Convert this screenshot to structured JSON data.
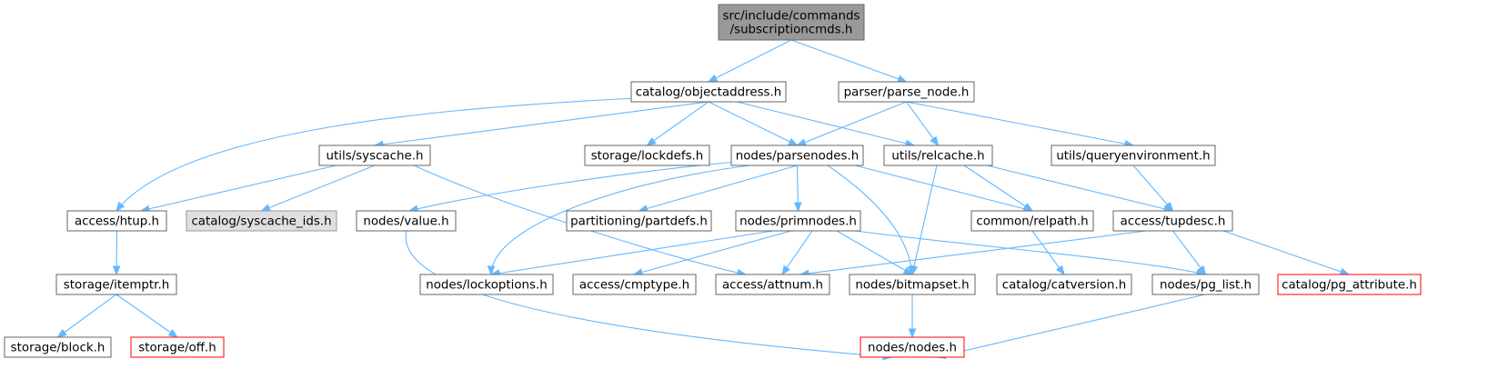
{
  "diagram": {
    "nodes": [
      {
        "id": "root",
        "lines": [
          "src/include/commands",
          "/subscriptioncmds.h"
        ],
        "style": "root"
      },
      {
        "id": "objectaddress",
        "lines": [
          "catalog/objectaddress.h"
        ],
        "style": "normal"
      },
      {
        "id": "parse_node",
        "lines": [
          "parser/parse_node.h"
        ],
        "style": "normal"
      },
      {
        "id": "syscache",
        "lines": [
          "utils/syscache.h"
        ],
        "style": "normal"
      },
      {
        "id": "lockdefs",
        "lines": [
          "storage/lockdefs.h"
        ],
        "style": "normal"
      },
      {
        "id": "parsenodes",
        "lines": [
          "nodes/parsenodes.h"
        ],
        "style": "normal"
      },
      {
        "id": "relcache",
        "lines": [
          "utils/relcache.h"
        ],
        "style": "normal"
      },
      {
        "id": "queryenv",
        "lines": [
          "utils/queryenvironment.h"
        ],
        "style": "normal"
      },
      {
        "id": "htup",
        "lines": [
          "access/htup.h"
        ],
        "style": "normal"
      },
      {
        "id": "syscache_ids",
        "lines": [
          "catalog/syscache_ids.h"
        ],
        "style": "gray"
      },
      {
        "id": "value",
        "lines": [
          "nodes/value.h"
        ],
        "style": "normal"
      },
      {
        "id": "partdefs",
        "lines": [
          "partitioning/partdefs.h"
        ],
        "style": "normal"
      },
      {
        "id": "primnodes",
        "lines": [
          "nodes/primnodes.h"
        ],
        "style": "normal"
      },
      {
        "id": "relpath",
        "lines": [
          "common/relpath.h"
        ],
        "style": "normal"
      },
      {
        "id": "tupdesc",
        "lines": [
          "access/tupdesc.h"
        ],
        "style": "normal"
      },
      {
        "id": "itemptr",
        "lines": [
          "storage/itemptr.h"
        ],
        "style": "normal"
      },
      {
        "id": "lockoptions",
        "lines": [
          "nodes/lockoptions.h"
        ],
        "style": "normal"
      },
      {
        "id": "cmptype",
        "lines": [
          "access/cmptype.h"
        ],
        "style": "normal"
      },
      {
        "id": "attnum",
        "lines": [
          "access/attnum.h"
        ],
        "style": "normal"
      },
      {
        "id": "bitmapset",
        "lines": [
          "nodes/bitmapset.h"
        ],
        "style": "normal"
      },
      {
        "id": "catversion",
        "lines": [
          "catalog/catversion.h"
        ],
        "style": "normal"
      },
      {
        "id": "pg_list",
        "lines": [
          "nodes/pg_list.h"
        ],
        "style": "normal"
      },
      {
        "id": "pg_attribute",
        "lines": [
          "catalog/pg_attribute.h"
        ],
        "style": "red"
      },
      {
        "id": "block",
        "lines": [
          "storage/block.h"
        ],
        "style": "normal"
      },
      {
        "id": "off",
        "lines": [
          "storage/off.h"
        ],
        "style": "red"
      },
      {
        "id": "nodes",
        "lines": [
          "nodes/nodes.h"
        ],
        "style": "red"
      }
    ],
    "edges": [
      {
        "from": "root",
        "to": "objectaddress"
      },
      {
        "from": "root",
        "to": "parse_node"
      },
      {
        "from": "objectaddress",
        "to": "htup"
      },
      {
        "from": "objectaddress",
        "to": "syscache"
      },
      {
        "from": "objectaddress",
        "to": "lockdefs"
      },
      {
        "from": "objectaddress",
        "to": "parsenodes"
      },
      {
        "from": "objectaddress",
        "to": "relcache"
      },
      {
        "from": "parse_node",
        "to": "parsenodes"
      },
      {
        "from": "parse_node",
        "to": "relcache"
      },
      {
        "from": "parse_node",
        "to": "queryenv"
      },
      {
        "from": "syscache",
        "to": "htup"
      },
      {
        "from": "syscache",
        "to": "syscache_ids"
      },
      {
        "from": "syscache",
        "to": "attnum"
      },
      {
        "from": "parsenodes",
        "to": "value"
      },
      {
        "from": "parsenodes",
        "to": "lockoptions"
      },
      {
        "from": "parsenodes",
        "to": "partdefs"
      },
      {
        "from": "parsenodes",
        "to": "primnodes"
      },
      {
        "from": "parsenodes",
        "to": "bitmapset"
      },
      {
        "from": "parsenodes",
        "to": "relpath"
      },
      {
        "from": "relcache",
        "to": "bitmapset"
      },
      {
        "from": "relcache",
        "to": "relpath"
      },
      {
        "from": "relcache",
        "to": "tupdesc"
      },
      {
        "from": "queryenv",
        "to": "tupdesc"
      },
      {
        "from": "htup",
        "to": "itemptr"
      },
      {
        "from": "itemptr",
        "to": "block"
      },
      {
        "from": "itemptr",
        "to": "off"
      },
      {
        "from": "value",
        "to": "nodes"
      },
      {
        "from": "primnodes",
        "to": "lockoptions"
      },
      {
        "from": "primnodes",
        "to": "cmptype"
      },
      {
        "from": "primnodes",
        "to": "attnum"
      },
      {
        "from": "primnodes",
        "to": "bitmapset"
      },
      {
        "from": "primnodes",
        "to": "pg_list"
      },
      {
        "from": "relpath",
        "to": "catversion"
      },
      {
        "from": "tupdesc",
        "to": "attnum"
      },
      {
        "from": "tupdesc",
        "to": "pg_list"
      },
      {
        "from": "tupdesc",
        "to": "pg_attribute"
      },
      {
        "from": "bitmapset",
        "to": "nodes"
      },
      {
        "from": "pg_list",
        "to": "nodes"
      }
    ],
    "colors": {
      "edge": "#63b8ff",
      "node_border": "#666666",
      "root_fill": "#999999",
      "gray_fill": "#e0e0e0",
      "gray_border": "#999999",
      "red_border": "#ff0000",
      "text": "#000000"
    }
  }
}
